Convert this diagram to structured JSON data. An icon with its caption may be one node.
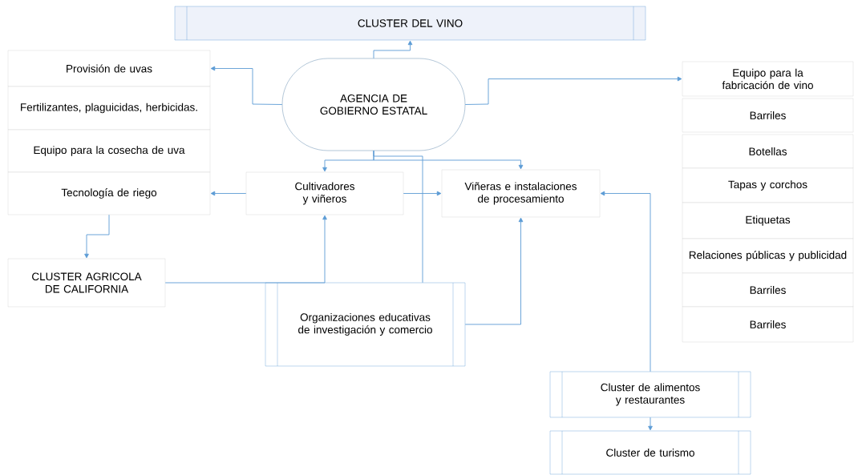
{
  "diagram": {
    "nodes": [
      {
        "text": [
          "CLUSTER DEL VINO"
        ]
      },
      {
        "text": [
          "Provisión de uvas"
        ]
      },
      {
        "text": [
          "Fertilizantes, plaguicidas, herbicidas."
        ]
      },
      {
        "text": [
          "Equipo para la cosecha de uva"
        ]
      },
      {
        "text": [
          "Tecnología de riego"
        ]
      },
      {
        "text": [
          "AGENCIA DE GOBIERNO ESTATAL"
        ]
      },
      {
        "text": [
          "Equipo para la fabricación de vino"
        ]
      },
      {
        "text": [
          "Barriles"
        ]
      },
      {
        "text": [
          "Botellas"
        ]
      },
      {
        "text": [
          "Tapas y corchos"
        ]
      },
      {
        "text": [
          "Etiquetas"
        ]
      },
      {
        "text": [
          "Relaciones públicas y publicidad"
        ]
      },
      {
        "text": [
          "Barriles"
        ]
      },
      {
        "text": [
          "Barriles"
        ]
      },
      {
        "text": [
          "Cultivadores y viñeros"
        ]
      },
      {
        "text": [
          "Viñeras e instalaciones de procesamiento"
        ]
      },
      {
        "text": [
          "CLUSTER AGRICOLA DE CALIFORNIA"
        ]
      },
      {
        "text": [
          "Organizaciones educativas de investigación y comercio"
        ]
      },
      {
        "text": [
          "Cluster de alimentos y restaurantes"
        ]
      },
      {
        "text": [
          "Cluster de turismo"
        ]
      }
    ],
    "edges": [
      {
        "from": 5,
        "to": 0,
        "arrow": "to"
      },
      {
        "from": 5,
        "to": 1,
        "arrow": "to"
      },
      {
        "from": 5,
        "to": 6,
        "arrow": "to"
      },
      {
        "from": 5,
        "to": 14,
        "arrow": "to"
      },
      {
        "from": 5,
        "to": 15,
        "arrow": "to"
      },
      {
        "from": 17,
        "to": 5,
        "arrow": "none"
      },
      {
        "from": 14,
        "to": 4,
        "arrow": "to"
      },
      {
        "from": 14,
        "to": 15,
        "arrow": "to"
      },
      {
        "from": 4,
        "to": 16,
        "arrow": "to"
      },
      {
        "from": 16,
        "to": 14,
        "arrow": "to"
      },
      {
        "from": 17,
        "to": 15,
        "arrow": "to"
      },
      {
        "from": 18,
        "to": 15,
        "arrow": "to"
      },
      {
        "from": 18,
        "to": 19,
        "arrow": "to"
      }
    ]
  }
}
